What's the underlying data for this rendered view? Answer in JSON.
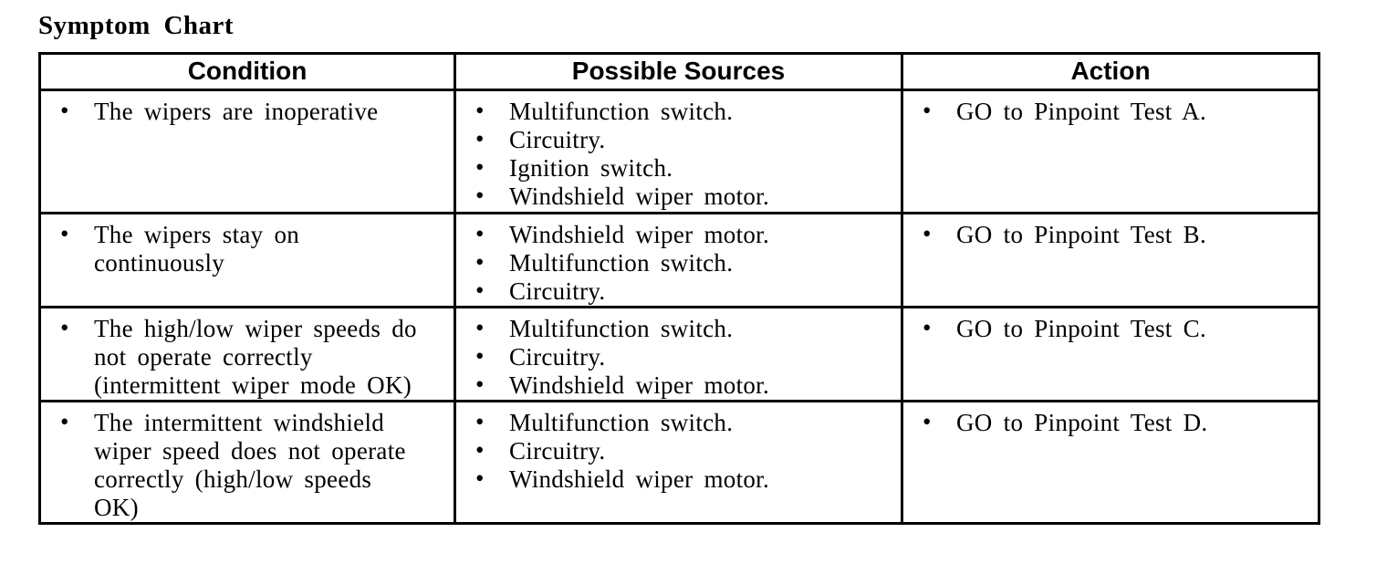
{
  "page": {
    "title": "Symptom Chart"
  },
  "colors": {
    "text": "#000000",
    "border": "#000000",
    "background": "#ffffff"
  },
  "table": {
    "headers": {
      "condition": "Condition",
      "sources": "Possible Sources",
      "action": "Action"
    },
    "rows": [
      {
        "condition": "The wipers are inoperative",
        "sources": [
          "Multifunction switch.",
          "Circuitry.",
          "Ignition switch.",
          "Windshield wiper motor."
        ],
        "action": "GO to Pinpoint Test A."
      },
      {
        "condition": "The wipers stay on\ncontinuously",
        "sources": [
          "Windshield wiper motor.",
          "Multifunction switch.",
          "Circuitry."
        ],
        "action": "GO to Pinpoint Test B."
      },
      {
        "condition": "The high/low wiper speeds do\nnot operate correctly\n(intermittent wiper mode OK)",
        "sources": [
          "Multifunction switch.",
          "Circuitry.",
          "Windshield wiper motor."
        ],
        "action": "GO to Pinpoint Test C."
      },
      {
        "condition": "The intermittent windshield\nwiper speed does not operate\ncorrectly (high/low speeds\nOK)",
        "sources": [
          "Multifunction switch.",
          "Circuitry.",
          "Windshield wiper motor."
        ],
        "action": "GO to Pinpoint Test D."
      }
    ]
  }
}
